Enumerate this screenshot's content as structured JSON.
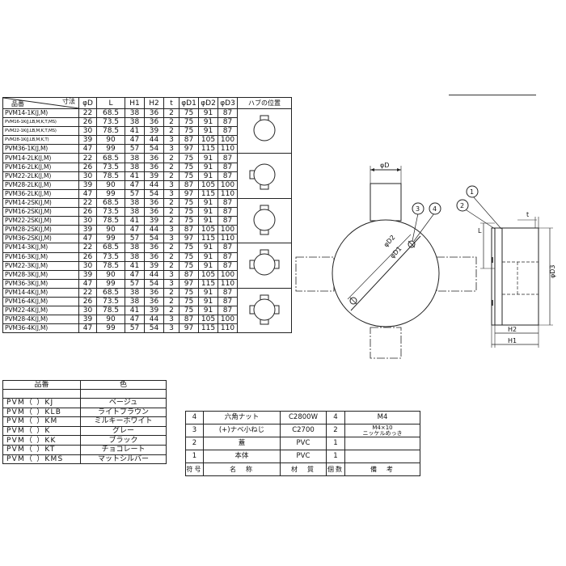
{
  "dimension_table": {
    "header": {
      "part_number": "品番",
      "dimensions": "寸法",
      "columns": [
        "φD",
        "L",
        "H1",
        "H2",
        "t",
        "φD1",
        "φD2",
        "φD3"
      ],
      "hub_position": "ハブの位置"
    },
    "groups": [
      {
        "hub_type": "1-way",
        "rows": [
          {
            "pn": "PVM14-1K(J,M)",
            "v": [
              "22",
              "68.5",
              "38",
              "36",
              "2",
              "75",
              "91",
              "87"
            ]
          },
          {
            "pn": "PVM16-1K(J,LB,M,K,T,MS)",
            "v": [
              "26",
              "73.5",
              "38",
              "36",
              "2",
              "75",
              "91",
              "87"
            ]
          },
          {
            "pn": "PVM22-1K(J,LB,M,K,T,MS)",
            "v": [
              "30",
              "78.5",
              "41",
              "39",
              "2",
              "75",
              "91",
              "87"
            ]
          },
          {
            "pn": "PVM28-1K(J,LB,M,K,T)",
            "v": [
              "39",
              "90",
              "47",
              "44",
              "3",
              "87",
              "105",
              "100"
            ]
          },
          {
            "pn": "PVM36-1K(J,M)",
            "v": [
              "47",
              "99",
              "57",
              "54",
              "3",
              "97",
              "115",
              "110"
            ]
          }
        ]
      },
      {
        "hub_type": "2-way-L",
        "rows": [
          {
            "pn": "PVM14-2LK(J,M)",
            "v": [
              "22",
              "68.5",
              "38",
              "36",
              "2",
              "75",
              "91",
              "87"
            ]
          },
          {
            "pn": "PVM16-2LK(J,M)",
            "v": [
              "26",
              "73.5",
              "38",
              "36",
              "2",
              "75",
              "91",
              "87"
            ]
          },
          {
            "pn": "PVM22-2LK(J,M)",
            "v": [
              "30",
              "78.5",
              "41",
              "39",
              "2",
              "75",
              "91",
              "87"
            ]
          },
          {
            "pn": "PVM28-2LK(J,M)",
            "v": [
              "39",
              "90",
              "47",
              "44",
              "3",
              "87",
              "105",
              "100"
            ]
          },
          {
            "pn": "PVM36-2LK(J,M)",
            "v": [
              "47",
              "99",
              "57",
              "54",
              "3",
              "97",
              "115",
              "110"
            ]
          }
        ]
      },
      {
        "hub_type": "2-way-straight",
        "rows": [
          {
            "pn": "PVM14-2SK(J,M)",
            "v": [
              "22",
              "68.5",
              "38",
              "36",
              "2",
              "75",
              "91",
              "87"
            ]
          },
          {
            "pn": "PVM16-2SK(J,M)",
            "v": [
              "26",
              "73.5",
              "38",
              "36",
              "2",
              "75",
              "91",
              "87"
            ]
          },
          {
            "pn": "PVM22-2SK(J,M)",
            "v": [
              "30",
              "78.5",
              "41",
              "39",
              "2",
              "75",
              "91",
              "87"
            ]
          },
          {
            "pn": "PVM28-2SK(J,M)",
            "v": [
              "39",
              "90",
              "47",
              "44",
              "3",
              "87",
              "105",
              "100"
            ]
          },
          {
            "pn": "PVM36-2SK(J,M)",
            "v": [
              "47",
              "99",
              "57",
              "54",
              "3",
              "97",
              "115",
              "110"
            ]
          }
        ]
      },
      {
        "hub_type": "3-way",
        "rows": [
          {
            "pn": "PVM14-3K(J,M)",
            "v": [
              "22",
              "68.5",
              "38",
              "36",
              "2",
              "75",
              "91",
              "87"
            ]
          },
          {
            "pn": "PVM16-3K(J,M)",
            "v": [
              "26",
              "73.5",
              "38",
              "36",
              "2",
              "75",
              "91",
              "87"
            ]
          },
          {
            "pn": "PVM22-3K(J,M)",
            "v": [
              "30",
              "78.5",
              "41",
              "39",
              "2",
              "75",
              "91",
              "87"
            ]
          },
          {
            "pn": "PVM28-3K(J,M)",
            "v": [
              "39",
              "90",
              "47",
              "44",
              "3",
              "87",
              "105",
              "100"
            ]
          },
          {
            "pn": "PVM36-3K(J,M)",
            "v": [
              "47",
              "99",
              "57",
              "54",
              "3",
              "97",
              "115",
              "110"
            ]
          }
        ]
      },
      {
        "hub_type": "4-way",
        "rows": [
          {
            "pn": "PVM14-4K(J,M)",
            "v": [
              "22",
              "68.5",
              "38",
              "36",
              "2",
              "75",
              "91",
              "87"
            ]
          },
          {
            "pn": "PVM16-4K(J,M)",
            "v": [
              "26",
              "73.5",
              "38",
              "36",
              "2",
              "75",
              "91",
              "87"
            ]
          },
          {
            "pn": "PVM22-4K(J,M)",
            "v": [
              "30",
              "78.5",
              "41",
              "39",
              "2",
              "75",
              "91",
              "87"
            ]
          },
          {
            "pn": "PVM28-4K(J,M)",
            "v": [
              "39",
              "90",
              "47",
              "44",
              "3",
              "87",
              "105",
              "100"
            ]
          },
          {
            "pn": "PVM36-4K(J,M)",
            "v": [
              "47",
              "99",
              "57",
              "54",
              "3",
              "97",
              "115",
              "110"
            ]
          }
        ]
      }
    ]
  },
  "color_table": {
    "header": {
      "part_number": "品番",
      "color": "色"
    },
    "rows": [
      {
        "code": "PVM（ ）KJ",
        "color": "ベージュ"
      },
      {
        "code": "PVM（ ）KLB",
        "color": "ライトブラウン"
      },
      {
        "code": "PVM（ ）KM",
        "color": "ミルキーホワイト"
      },
      {
        "code": "PVM（ ）K",
        "color": "グレー"
      },
      {
        "code": "PVM（ ）KK",
        "color": "ブラック"
      },
      {
        "code": "PVM（ ）KT",
        "color": "チョコレート"
      },
      {
        "code": "PVM（ ）KMS",
        "color": "マットシルバー"
      }
    ]
  },
  "parts_table": {
    "rows": [
      {
        "no": "4",
        "name": "六角ナット",
        "material": "C2800W",
        "qty": "4",
        "note": "M4",
        "note2": ""
      },
      {
        "no": "3",
        "name": "(+)ナベ小ねじ",
        "material": "C2700",
        "qty": "2",
        "note": "M4×10",
        "note2": "ニッケルめっき"
      },
      {
        "no": "2",
        "name": "蓋",
        "material": "PVC",
        "qty": "1",
        "note": "",
        "note2": ""
      },
      {
        "no": "1",
        "name": "本体",
        "material": "PVC",
        "qty": "1",
        "note": "",
        "note2": ""
      }
    ],
    "header": {
      "no": "符号",
      "name": "名　称",
      "material": "材　質",
      "qty": "個数",
      "note": "備　考"
    }
  },
  "drawing": {
    "labels": {
      "phi_d": "φD",
      "phi_d1": "φD1",
      "phi_d2": "φD2",
      "phi_d3": "φD3",
      "l": "L",
      "t": "t",
      "h1": "H1",
      "h2": "H2"
    },
    "callouts": [
      "1",
      "2",
      "3",
      "4"
    ]
  }
}
